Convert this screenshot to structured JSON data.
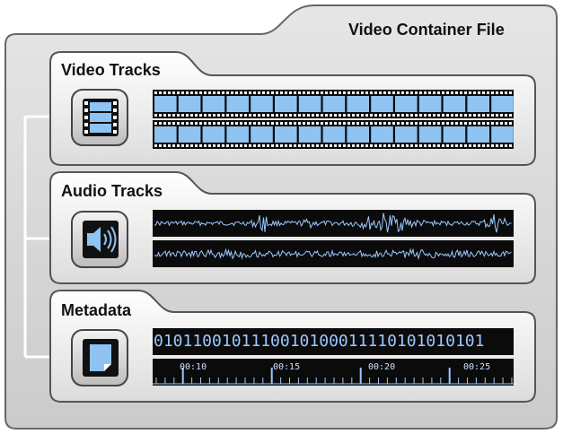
{
  "container": {
    "title": "Video Container File"
  },
  "sections": {
    "video": {
      "title": "Video Tracks",
      "icon": "film-icon"
    },
    "audio": {
      "title": "Audio Tracks",
      "icon": "speaker-icon"
    },
    "metadata": {
      "title": "Metadata",
      "icon": "document-icon"
    }
  },
  "metadata_strip": {
    "binary": "0101100101110010100011110101010101",
    "timecodes": [
      "00:10",
      "00:15",
      "00:20",
      "00:25"
    ]
  },
  "colors": {
    "frame_blue": "#8ec3f2",
    "strip_black": "#0b0b0b",
    "waveform": "#9cc8ff",
    "panel_light": "#f4f4f4",
    "container_grey": "#cfcfcf"
  }
}
